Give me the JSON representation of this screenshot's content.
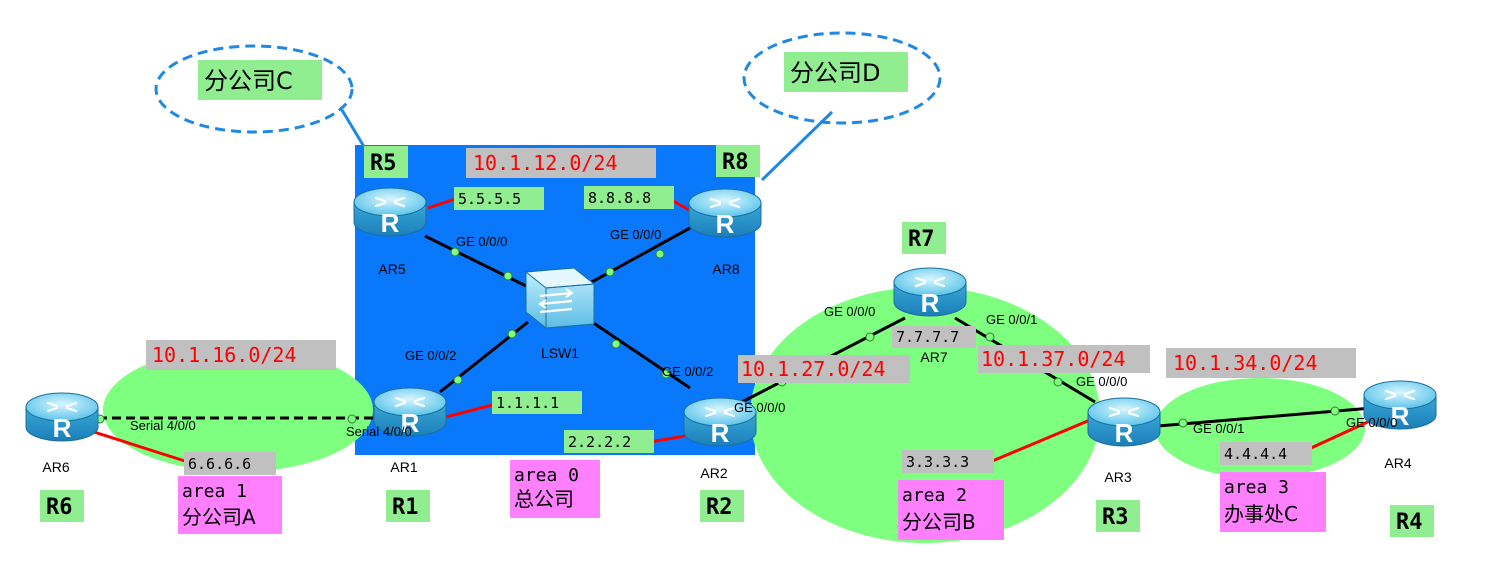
{
  "routers": {
    "r5": {
      "device": "AR5",
      "tag": "R5"
    },
    "r8": {
      "device": "AR8",
      "tag": "R8"
    },
    "r7": {
      "device": "AR7",
      "tag": "R7"
    },
    "r1": {
      "device": "AR1",
      "tag": "R1"
    },
    "r2": {
      "device": "AR2",
      "tag": "R2"
    },
    "r3": {
      "device": "AR3",
      "tag": "R3"
    },
    "r4": {
      "device": "AR4",
      "tag": "R4"
    },
    "r6": {
      "device": "AR6",
      "tag": "R6"
    }
  },
  "switch": {
    "label": "LSW1"
  },
  "clouds": {
    "c": "分公司C",
    "d": "分公司D"
  },
  "networks": {
    "n12": "10.1.12.0/24",
    "n16": "10.1.16.0/24",
    "n27": "10.1.27.0/24",
    "n37": "10.1.37.0/24",
    "n34": "10.1.34.0/24"
  },
  "loopbacks": {
    "r5": "5.5.5.5",
    "r8": "8.8.8.8",
    "r1": "1.1.1.1",
    "r2": "2.2.2.2",
    "r6": "6.6.6.6",
    "r7": "7.7.7.7",
    "r3": "3.3.3.3",
    "r4": "4.4.4.4"
  },
  "areas": {
    "a0": {
      "line1": "area 0",
      "line2": "总公司"
    },
    "a1": {
      "line1": "area 1",
      "line2": "分公司A"
    },
    "a2": {
      "line1": "area 2",
      "line2": "分公司B"
    },
    "a3": {
      "line1": "area 3",
      "line2": "办事处C"
    }
  },
  "interfaces": {
    "r5_g000": "GE 0/0/0",
    "r8_g000": "GE 0/0/0",
    "r1_g002": "GE 0/0/2",
    "r2_g002": "GE 0/0/2",
    "r2_g000": "GE 0/0/0",
    "r7_g000": "GE 0/0/0",
    "r7_g001": "GE 0/0/1",
    "r3_g000": "GE 0/0/0",
    "r3_g001": "GE 0/0/1",
    "r4_g000": "GE 0/0/0",
    "r6_s400": "Serial 4/0/0",
    "r1_s400": "Serial 4/0/0"
  },
  "colors": {
    "area0_bg": "#0a78fa",
    "area_green": "#7fff7f",
    "tag_green": "#90ee90",
    "label_pink": "#ff80ff",
    "net_red": "#ff0000",
    "net_bg": "#c0c0c0",
    "cloud_blue": "#1e88e5",
    "link_red": "#ff0000"
  }
}
